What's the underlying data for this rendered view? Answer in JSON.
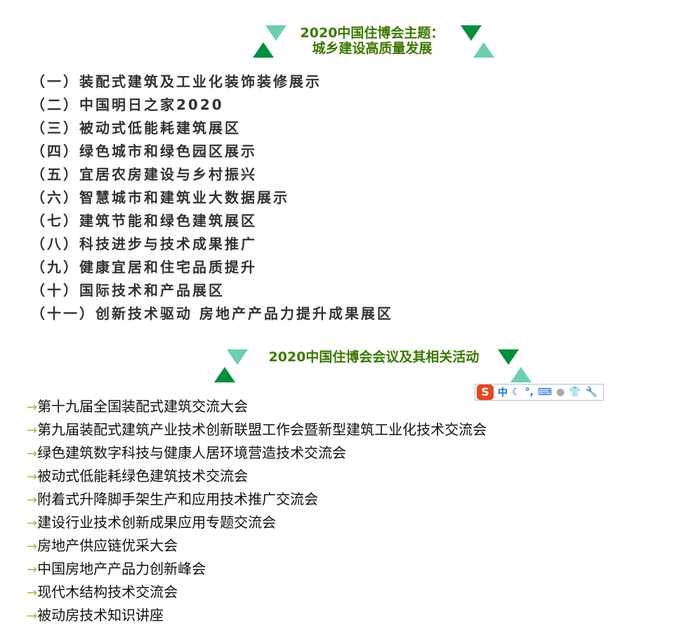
{
  "section1": {
    "title_line1": "2020中国住博会主题：",
    "title_line2": "城乡建设高质量发展",
    "items": [
      "（一）装配式建筑及工业化装饰装修展示",
      "（二）中国明日之家2020",
      "（三）被动式低能耗建筑展区",
      "（四）绿色城市和绿色园区展示",
      "（五）宜居农房建设与乡村振兴",
      "（六）智慧城市和建筑业大数据展示",
      "（七）建筑节能和绿色建筑展区",
      "（八）科技进步与技术成果推广",
      "（九）健康宜居和住宅品质提升",
      "（十）国际技术和产品展区",
      "（十一）创新技术驱动 房地产产品力提升成果展区"
    ]
  },
  "section2": {
    "title": "2020中国住博会会议及其相关活动",
    "arrow": "→",
    "items": [
      "第十九届全国装配式建筑交流大会",
      "第九届装配式建筑产业技术创新联盟工作会暨新型建筑工业化技术交流会",
      "绿色建筑数字科技与健康人居环境营造技术交流会",
      "被动式低能耗绿色建筑技术交流会",
      "附着式升降脚手架生产和应用技术推广交流会",
      "建设行业技术创新成果应用专题交流会",
      "房地产供应链优采大会",
      "中国房地产产品力创新峰会",
      "现代木结构技术交流会",
      "被动房技术知识讲座"
    ]
  },
  "ime_toolbar": {
    "logo": "S",
    "mode": "中",
    "punct": "°,"
  },
  "colors": {
    "title": "#3a7a00",
    "tri_light": "#6ccfae",
    "tri_dark": "#00913f",
    "arrow": "#8bc34a"
  }
}
